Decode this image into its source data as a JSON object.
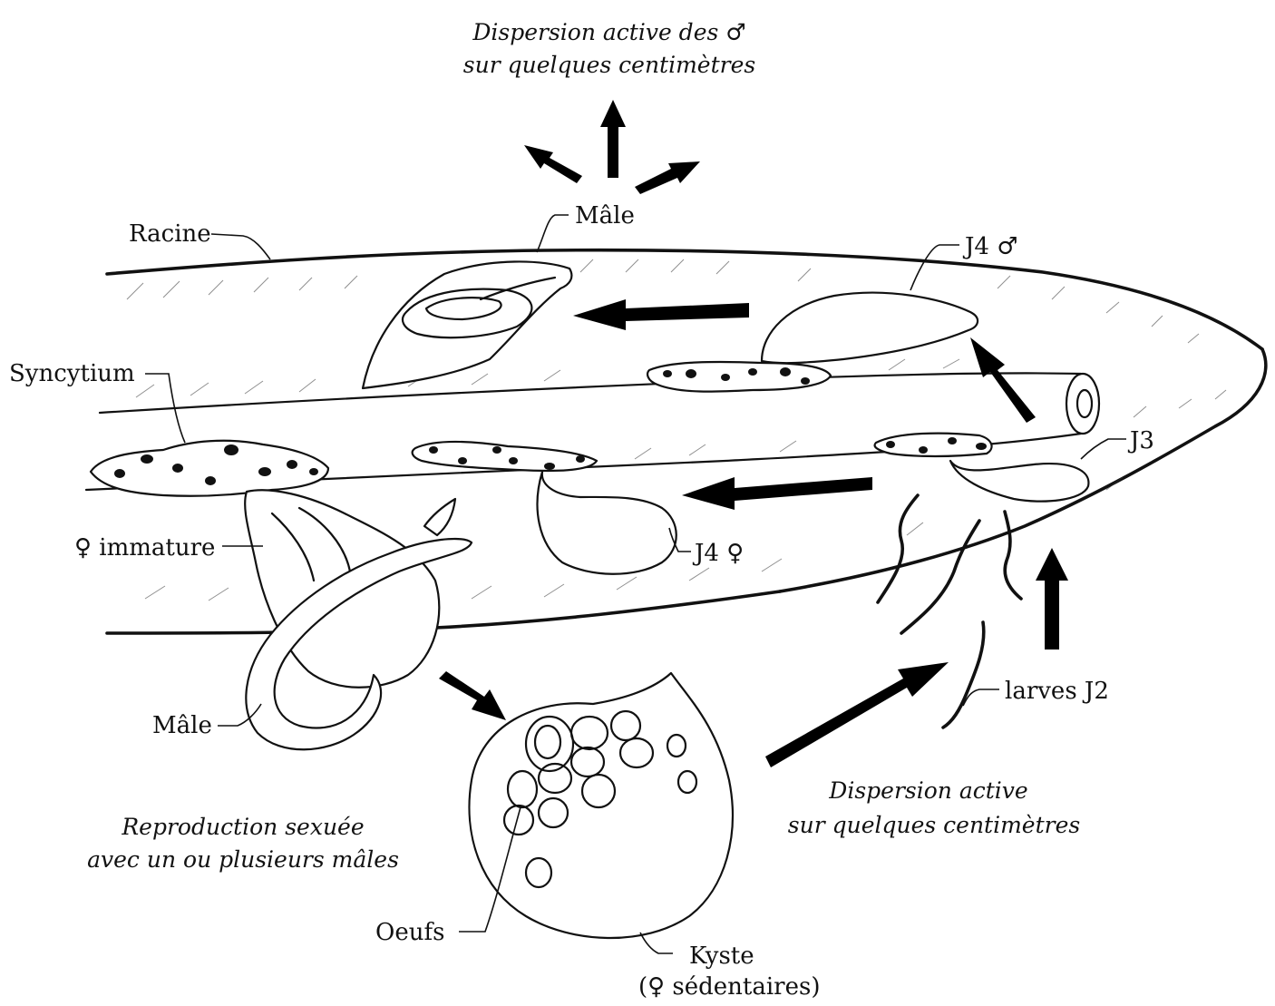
{
  "captions": {
    "top_line1": "Dispersion active des ♂",
    "top_line2": "sur quelques centimètres",
    "right_line1": "Dispersion active",
    "right_line2": "sur quelques centimètres",
    "left_line1": "Reproduction sexuée",
    "left_line2": "avec un ou plusieurs mâles"
  },
  "labels": {
    "male_top": "Mâle",
    "racine": "Racine",
    "j4_male": "J4 ♂",
    "syncytium": "Syncytium",
    "j3": "J3",
    "female_immature": "♀ immature",
    "j4_female": "J4 ♀",
    "larves_j2": "larves J2",
    "male_bottom": "Mâle",
    "oeufs": "Oeufs",
    "kyste": "Kyste",
    "kyste_note": "(♀ sédentaires)"
  }
}
